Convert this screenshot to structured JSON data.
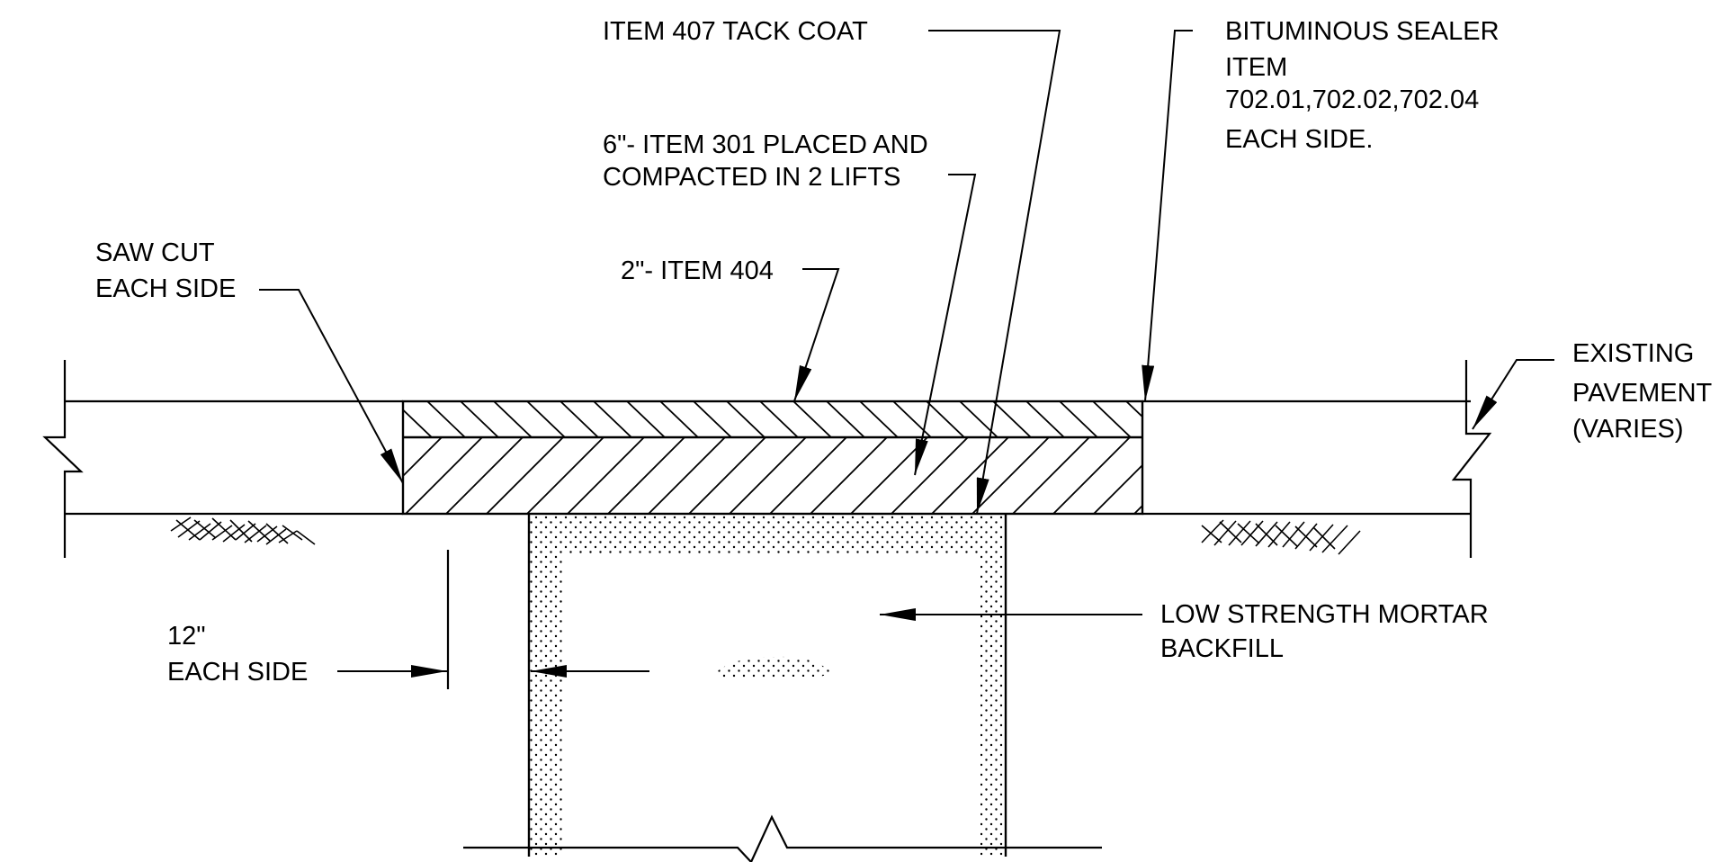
{
  "labels": {
    "tack_coat": "ITEM 407 TACK COAT",
    "sealer_l1": "BITUMINOUS SEALER",
    "sealer_l2": "ITEM",
    "sealer_l3": "702.01,702.02,702.04",
    "sealer_l4": "EACH SIDE.",
    "base_l1": "6\"- ITEM 301 PLACED AND",
    "base_l2": "COMPACTED IN 2 LIFTS",
    "sawcut_l1": "SAW CUT",
    "sawcut_l2": "EACH SIDE",
    "surface": "2\"- ITEM 404",
    "existing_l1": "EXISTING",
    "existing_l2": "PAVEMENT",
    "existing_l3": "(VARIES)",
    "mortar_l1": "LOW STRENGTH MORTAR",
    "mortar_l2": "BACKFILL",
    "width_l1": "12\"",
    "width_l2": "EACH SIDE"
  },
  "colors": {
    "line": "#000000",
    "background": "#ffffff"
  }
}
